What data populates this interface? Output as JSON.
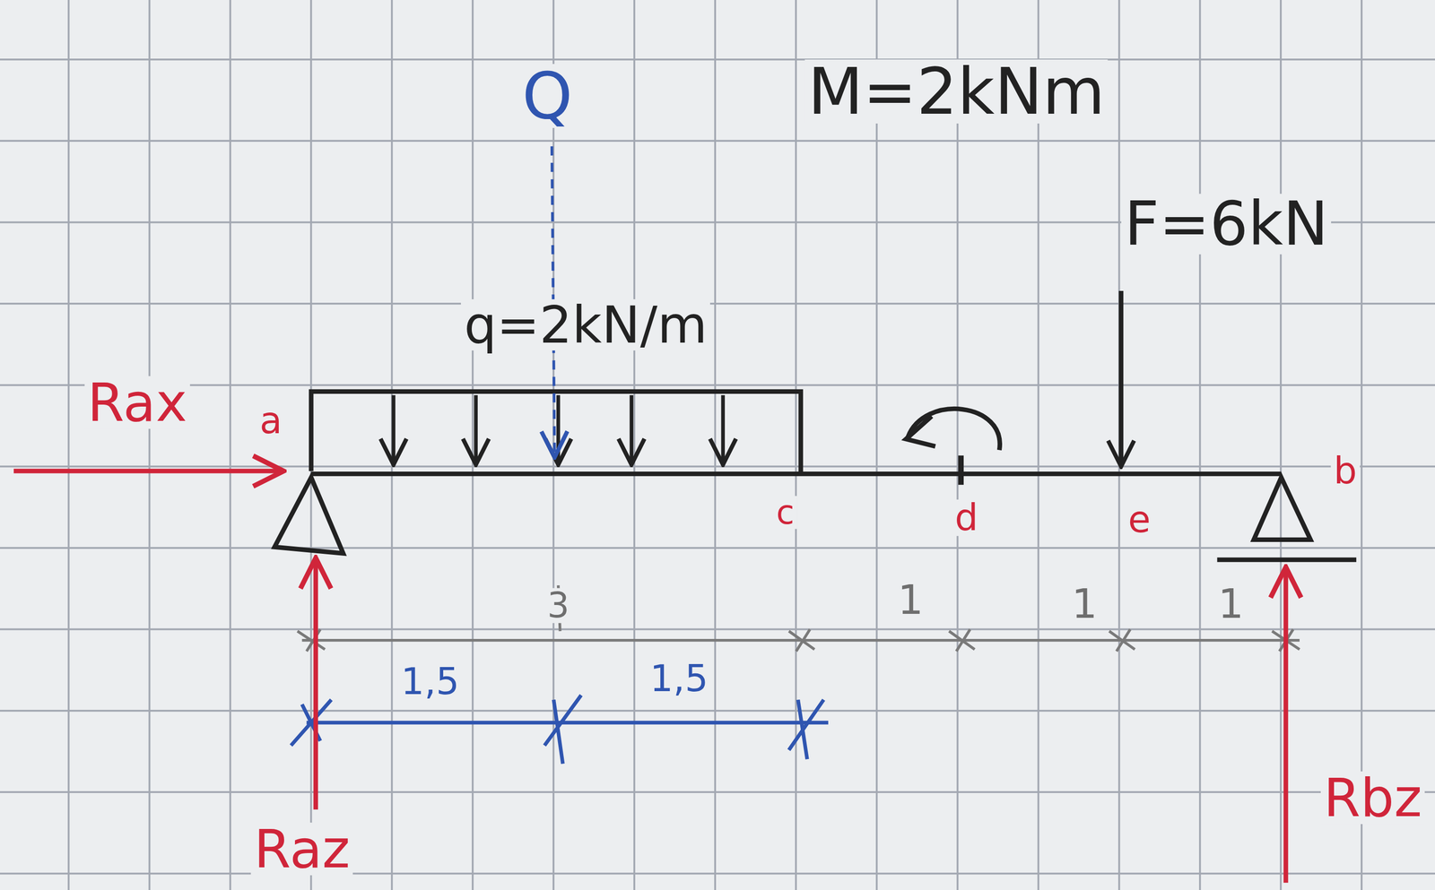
{
  "diagram": {
    "labels": [
      "Q",
      "M=2kNm",
      "F=6kN",
      "q=2kN/m",
      "Rax",
      "a",
      "c",
      "d",
      "e",
      "b",
      "3",
      "1",
      "1",
      "1",
      "1,5",
      "1,5",
      "Raz",
      "Rbz"
    ]
  }
}
